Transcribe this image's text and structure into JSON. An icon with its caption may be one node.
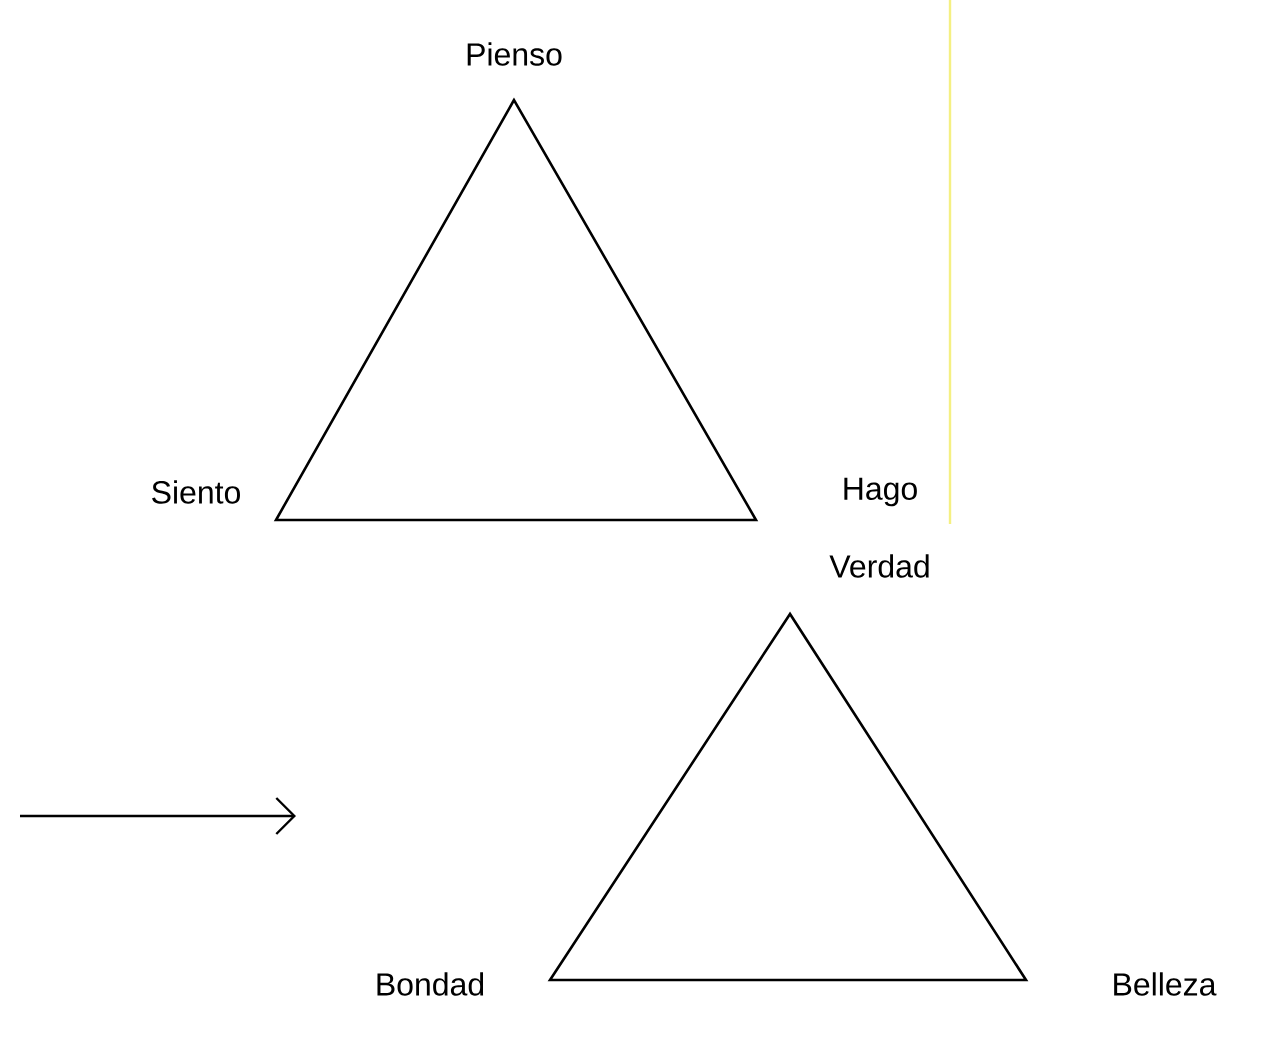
{
  "diagram": {
    "nodes": [
      {
        "text": [],
        "shape": "triangle"
      },
      {
        "text": [],
        "shape": "triangle"
      }
    ],
    "labels": [
      "Pienso",
      "Siento",
      "Hago",
      "Verdad",
      "Bondad",
      "Belleza"
    ]
  }
}
